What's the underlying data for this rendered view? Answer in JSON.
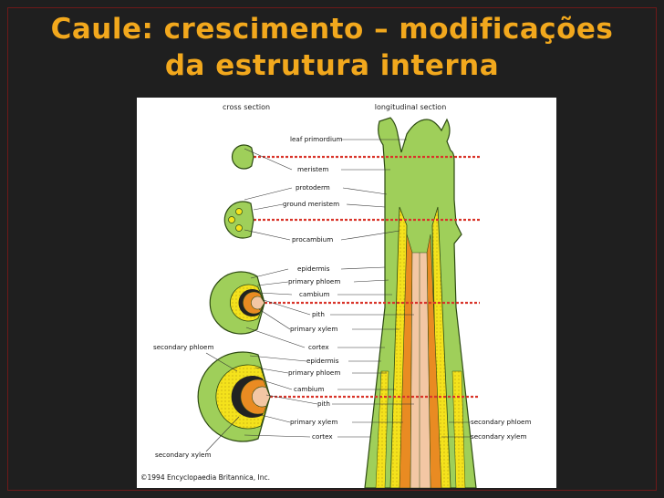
{
  "slide": {
    "title_line1": "Caule: crescimento – modificações",
    "title_line2": "da estrutura interna"
  },
  "figure": {
    "header_cross": "cross section",
    "header_longitudinal": "longitudinal section",
    "labels": {
      "leaf_primordium": "leaf primordium",
      "meristem": "meristem",
      "protoderm": "protoderm",
      "ground_meristem": "ground meristem",
      "procambium": "procambium",
      "epidermis_1": "epidermis",
      "primary_phloem_1": "primary phloem",
      "cambium_1": "cambium",
      "pith_1": "pith",
      "primary_xylem_1": "primary xylem",
      "cortex_1": "cortex",
      "epidermis_2": "epidermis",
      "primary_phloem_2": "primary phloem",
      "cambium_2": "cambium",
      "pith_2": "pith",
      "primary_xylem_2": "primary xylem",
      "cortex_2": "cortex",
      "secondary_phloem_left": "secondary phloem",
      "secondary_xylem_left": "secondary xylem",
      "secondary_phloem_right": "secondary phloem",
      "secondary_xylem_right": "secondary xylem"
    },
    "copyright": "©1994 Encyclopaedia Britannica, Inc."
  },
  "colors": {
    "title": "#f2a81d",
    "background": "#1f1f1f",
    "tissue_green": "#9fcf5a",
    "tissue_yellow": "#f4e21c",
    "tissue_orange": "#e98b22",
    "pith_pink": "#f3c7a4",
    "section_line": "#d9342a"
  }
}
